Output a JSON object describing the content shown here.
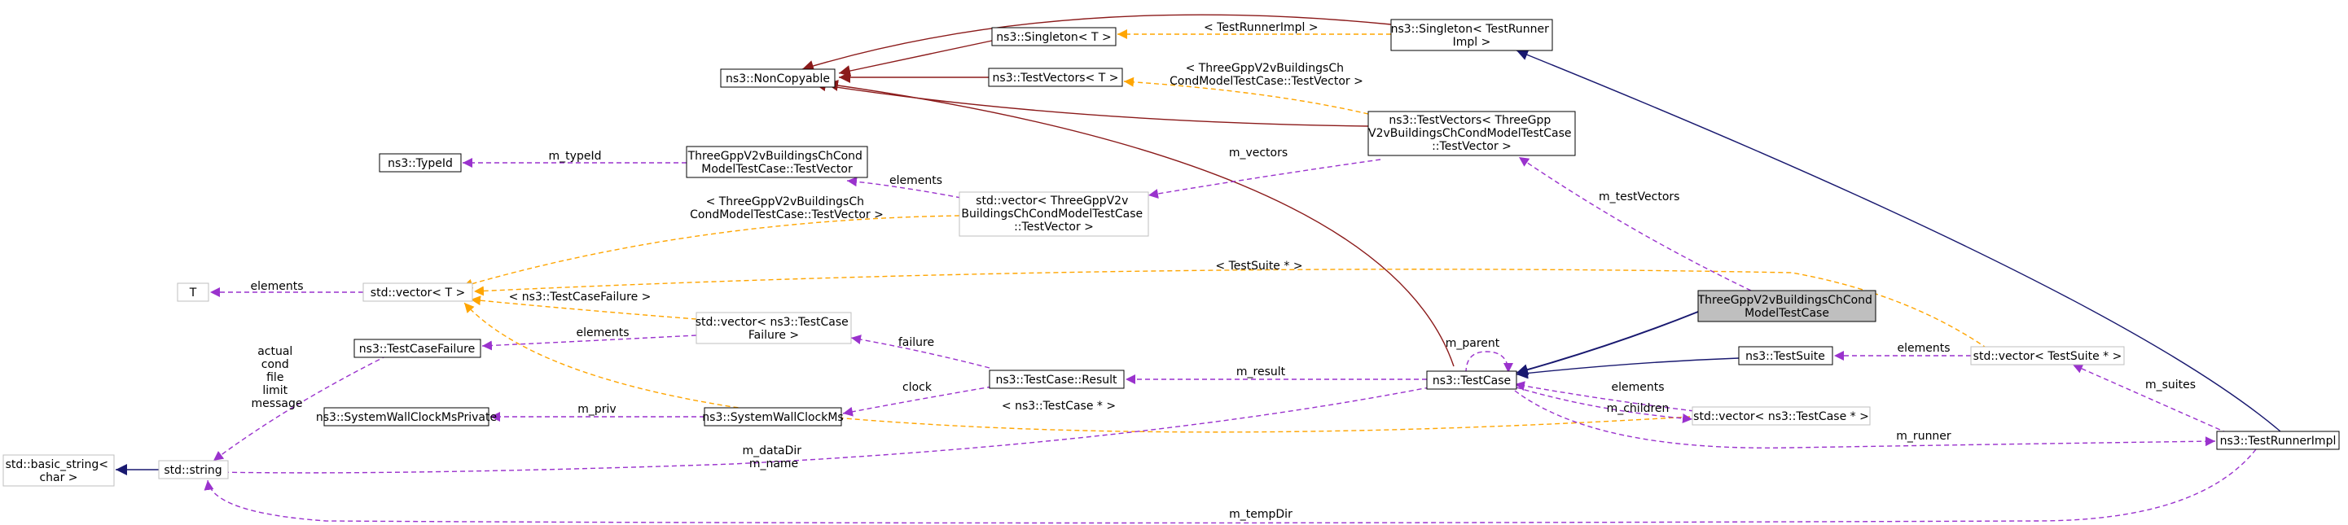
{
  "colors": {
    "inheritance": "#191970",
    "private_inheritance": "#8b1a1a",
    "usage": "#9a32cd",
    "template": "#ffa500",
    "box_border": "#000000",
    "box_border_light": "#bfbfbf",
    "box_highlight": "#bfbfbf"
  },
  "nodes": {
    "threegpp_chcond": {
      "lines": [
        "ThreeGppV2vBuildingsChCond",
        "ModelTestCase"
      ]
    },
    "testcase": {
      "lines": [
        "ns3::TestCase"
      ]
    },
    "noncopyable": {
      "lines": [
        "ns3::NonCopyable"
      ]
    },
    "singleton_t": {
      "lines": [
        "ns3::Singleton< T >"
      ]
    },
    "testvectors_t": {
      "lines": [
        "ns3::TestVectors< T >"
      ]
    },
    "singleton_runner": {
      "lines": [
        "ns3::Singleton< TestRunner",
        "Impl >"
      ]
    },
    "testvectors_threegpp": {
      "lines": [
        "ns3::TestVectors< ThreeGpp",
        "V2vBuildingsChCondModelTestCase",
        "::TestVector >"
      ]
    },
    "typeid": {
      "lines": [
        "ns3::TypeId"
      ]
    },
    "testvector_struct": {
      "lines": [
        "ThreeGppV2vBuildingsChCond",
        "ModelTestCase::TestVector"
      ]
    },
    "vector_testvector": {
      "lines": [
        "std::vector< ThreeGppV2v",
        "BuildingsChCondModelTestCase",
        "::TestVector >"
      ]
    },
    "t_node": {
      "lines": [
        "T"
      ]
    },
    "vector_t": {
      "lines": [
        "std::vector< T >"
      ]
    },
    "testcasefailure": {
      "lines": [
        "ns3::TestCaseFailure"
      ]
    },
    "vector_failure": {
      "lines": [
        "std::vector< ns3::TestCase",
        "Failure >"
      ]
    },
    "result": {
      "lines": [
        "ns3::TestCase::Result"
      ]
    },
    "wallclock_private": {
      "lines": [
        "ns3::SystemWallClockMsPrivate"
      ]
    },
    "wallclock": {
      "lines": [
        "ns3::SystemWallClockMs"
      ]
    },
    "basic_string": {
      "lines": [
        "std::basic_string<",
        "char >"
      ]
    },
    "string": {
      "lines": [
        "std::string"
      ]
    },
    "testsuite": {
      "lines": [
        "ns3::TestSuite"
      ]
    },
    "vector_testsuite": {
      "lines": [
        "std::vector< TestSuite * >"
      ]
    },
    "vector_testcase": {
      "lines": [
        "std::vector< ns3::TestCase * >"
      ]
    },
    "testrunnerimpl": {
      "lines": [
        "ns3::TestRunnerImpl"
      ]
    }
  },
  "edge_labels": {
    "testrunnerimpl_arg": "< TestRunnerImpl >",
    "chcond_testvector_arg": [
      "< ThreeGppV2vBuildingsCh",
      "CondModelTestCase::TestVector >"
    ],
    "m_typeId": "m_typeId",
    "elements_vector_testvector": "elements",
    "m_vectors": "m_vectors",
    "m_testVectors": "m_testVectors",
    "vector_chcond_arg": [
      "< ThreeGppV2vBuildingsCh",
      "CondModelTestCase::TestVector >"
    ],
    "elements_t": "elements",
    "testsuite_ptr_arg": "< TestSuite * >",
    "testcasefailure_arg": "< ns3::TestCaseFailure >",
    "elements_failure": "elements",
    "failure": "failure",
    "failure_members": [
      "actual",
      "cond",
      "file",
      "limit",
      "message"
    ],
    "m_parent": "m_parent",
    "m_result": "m_result",
    "clock": "clock",
    "m_priv": "m_priv",
    "testcase_ptr_arg": "< ns3::TestCase * >",
    "elements_testcase": "elements",
    "m_children": "m_children",
    "elements_testsuite": "elements",
    "m_suites": "m_suites",
    "m_runner": "m_runner",
    "m_dataDir_name": [
      "m_dataDir",
      "m_name"
    ],
    "m_tempDir": "m_tempDir"
  }
}
